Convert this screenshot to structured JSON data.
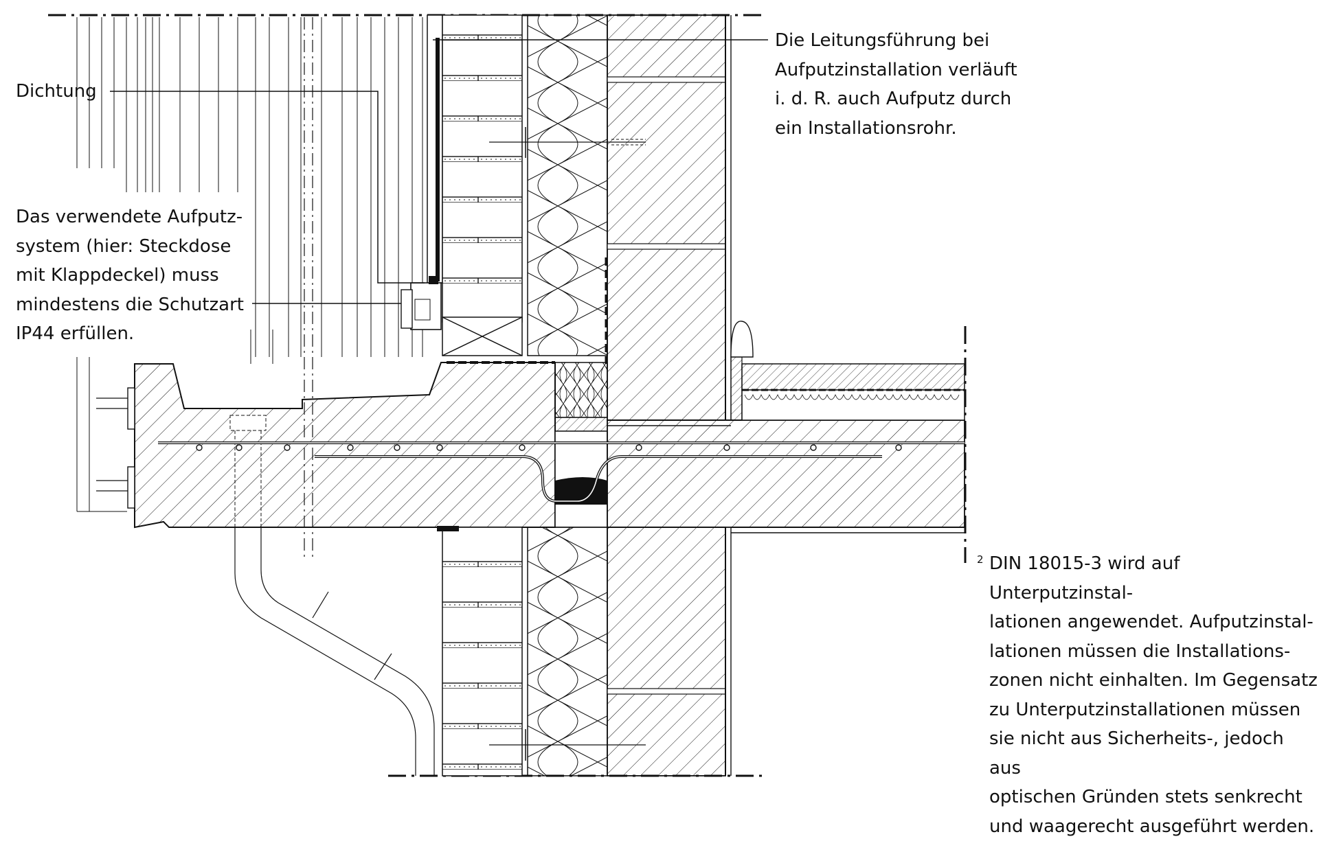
{
  "annotations": {
    "dichtung": "Dichtung",
    "aufputzsystem": "Das verwendete Aufputz-\nsystem (hier: Steckdose\nmit Klappdeckel) muss\nmindestens die Schutzart\nIP44 erfüllen.",
    "leitungsfuehrung": "Die Leitungsführung bei\nAufputzinstallation verläuft\ni. d. R. auch Aufputz durch\nein Installationsrohr."
  },
  "footnote": {
    "marker": "2",
    "text": "DIN 18015-3 wird auf Unterputzinstal-\nlationen angewendet. Aufputzinstal-\nlationen müssen die Installations-\nzonen nicht einhalten. Im Gegensatz\nzu Unterputzinstallationen müssen\nsie nicht aus Sicherheits-, jedoch aus\noptischen Gründen stets senkrecht\nund waagerecht ausgeführt werden."
  },
  "colors": {
    "line": "#111111",
    "background": "#ffffff"
  }
}
